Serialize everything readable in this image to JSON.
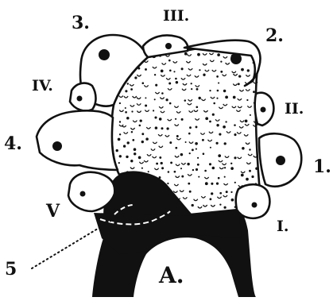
{
  "figure": {
    "main_label": "A.",
    "plate_labels": {
      "one": "1.",
      "two": "2.",
      "three": "3.",
      "four": "4.",
      "five": "5"
    },
    "roman_labels": {
      "I": "I.",
      "II": "II.",
      "III": "III.",
      "IV": "IV.",
      "V": "V"
    }
  },
  "colors": {
    "ink": "#111111",
    "background": "#ffffff"
  }
}
